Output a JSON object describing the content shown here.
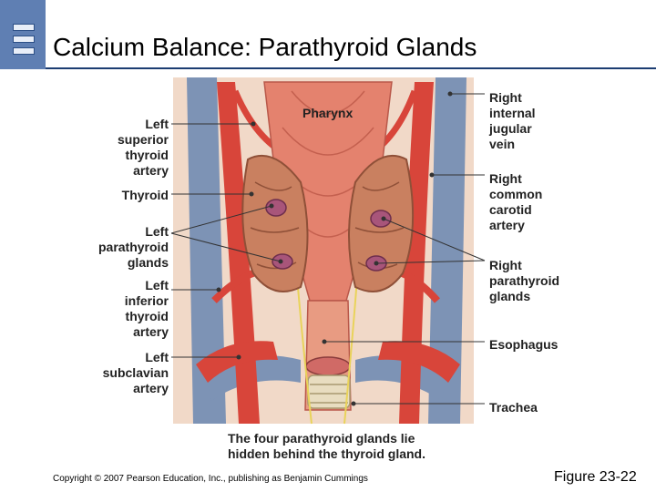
{
  "slide": {
    "title": "Calcium Balance: Parathyroid Glands",
    "copyright": "Copyright © 2007 Pearson Education, Inc., publishing as Benjamin Cummings",
    "figure_number": "Figure 23-22"
  },
  "diagram": {
    "center_label": "Pharynx",
    "left_labels": {
      "superior_thyroid_artery": "Left\nsuperior\nthyroid\nartery",
      "thyroid": "Thyroid",
      "parathyroid_glands": "Left\nparathyroid\nglands",
      "inferior_thyroid_artery": "Left\ninferior\nthyroid\nartery",
      "subclavian_artery": "Left\nsubclavian\nartery"
    },
    "right_labels": {
      "internal_jugular_vein": "Right\ninternal\njugular\nvein",
      "common_carotid_artery": "Right\ncommon\ncarotid\nartery",
      "parathyroid_glands": "Right\nparathyroid\nglands",
      "esophagus": "Esophagus",
      "trachea": "Trachea"
    },
    "caption": "The four parathyroid glands lie\nhidden behind the thyroid gland."
  },
  "colors": {
    "header_band": "#5f7fb3",
    "rule": "#1c3d72",
    "vein": "#7d93b5",
    "artery": "#d8453a",
    "muscle": "#e4826e",
    "thyroid": "#c98060",
    "parathyroid": "#a8557a"
  }
}
